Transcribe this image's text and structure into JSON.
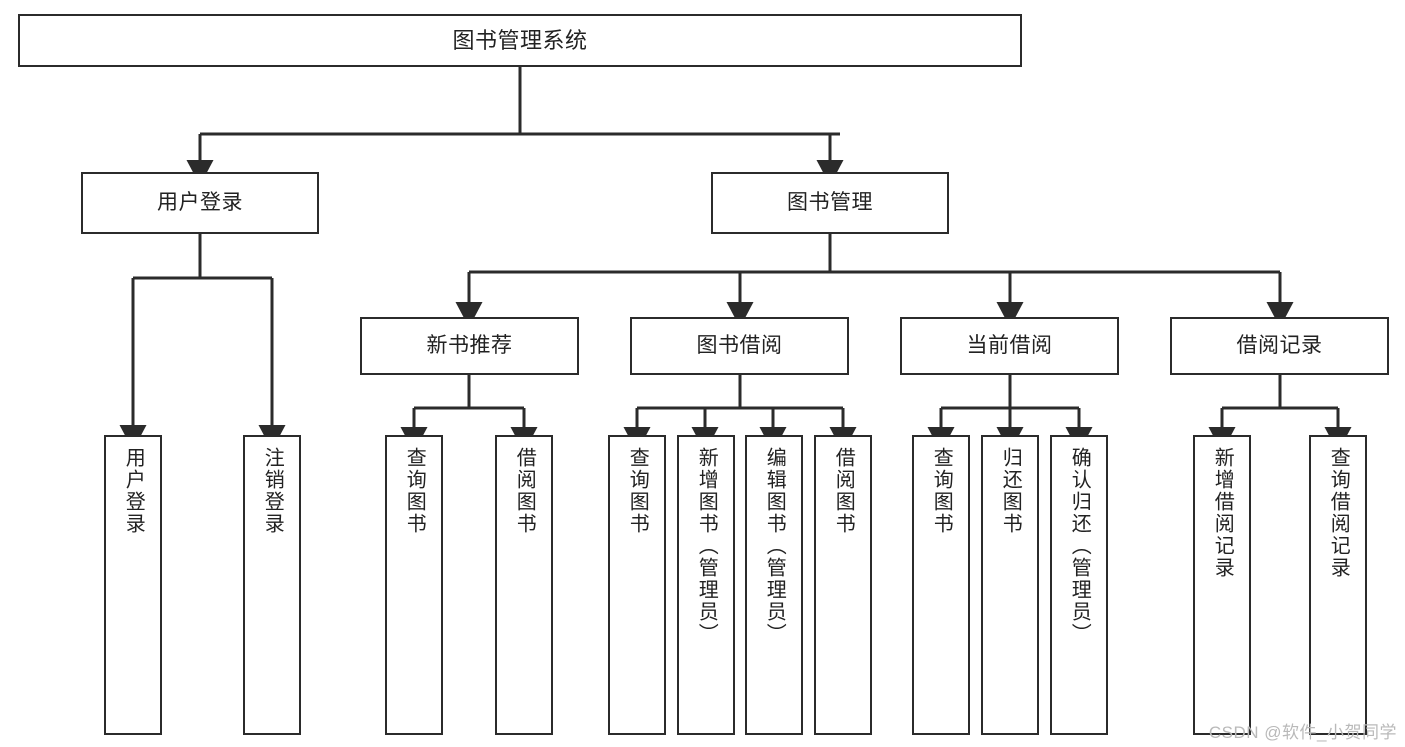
{
  "diagram": {
    "title": "图书管理系统",
    "type": "tree-hierarchy-chart",
    "watermark": "CSDN @软件_小贺同学",
    "colors": {
      "stroke": "#2b2b2b",
      "fill": "#ffffff",
      "text": "#222222",
      "watermark": "#b9b9b9"
    },
    "nodes": {
      "root": {
        "label": "图书管理系统"
      },
      "level1": [
        {
          "label": "用户登录"
        },
        {
          "label": "图书管理"
        }
      ],
      "level2": [
        {
          "label": "新书推荐"
        },
        {
          "label": "图书借阅"
        },
        {
          "label": "当前借阅"
        },
        {
          "label": "借阅记录"
        }
      ],
      "leaves": {
        "user_login": [
          {
            "label": "用户登录"
          },
          {
            "label": "注销登录"
          }
        ],
        "new_book": [
          {
            "label": "查询图书"
          },
          {
            "label": "借阅图书"
          }
        ],
        "book_borrow": [
          {
            "label": "查询图书"
          },
          {
            "label": "新增图书（管理员）"
          },
          {
            "label": "编辑图书（管理员）"
          },
          {
            "label": "借阅图书"
          }
        ],
        "current_borrow": [
          {
            "label": "查询图书"
          },
          {
            "label": "归还图书"
          },
          {
            "label": "确认归还（管理员）"
          }
        ],
        "borrow_record": [
          {
            "label": "新增借阅记录"
          },
          {
            "label": "查询借阅记录"
          }
        ]
      }
    }
  }
}
